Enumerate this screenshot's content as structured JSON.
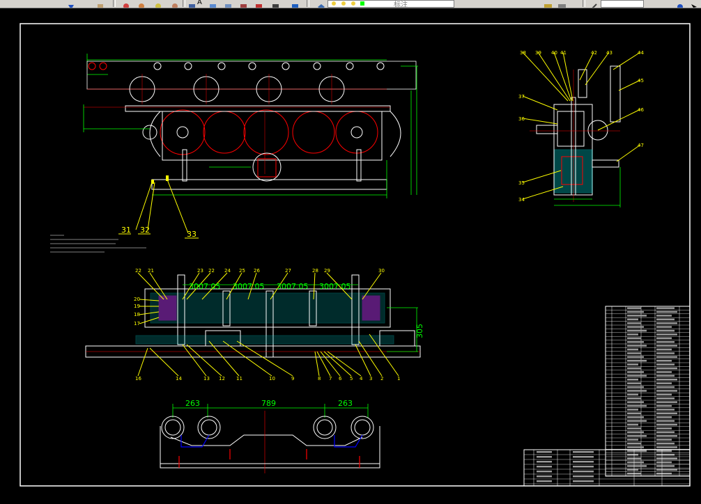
{
  "toolbar": {
    "layer_combo_text": "标注",
    "text_style_glyph": "A"
  },
  "drawing": {
    "balloons_top_view": [
      "31",
      "32",
      "33"
    ],
    "dims_section": [
      "3007.05",
      "3007.05",
      "3007.05",
      "3007.05"
    ],
    "dim_305": "305",
    "dims_bottom": [
      "263",
      "789",
      "263"
    ],
    "balloons_side_view": [
      "38",
      "39",
      "40",
      "41",
      "42",
      "43",
      "44",
      "45",
      "37",
      "36",
      "46",
      "47",
      "35",
      "34"
    ],
    "balloons_section_top": [
      "22",
      "21",
      "23",
      "22",
      "24",
      "25",
      "26",
      "27",
      "28",
      "29",
      "30"
    ],
    "balloons_section_left": [
      "20",
      "19",
      "18",
      "17"
    ],
    "balloons_section_bottom": [
      "16",
      "14",
      "13",
      "12",
      "11",
      "10",
      "9",
      "8",
      "7",
      "6",
      "5",
      "4",
      "3",
      "2",
      "1"
    ]
  },
  "colors": {
    "background": "#000000",
    "outline": "#ffffff",
    "center_line": "#ff0000",
    "dimension": "#00ff00",
    "leader": "#ffff00",
    "hatch": "#00ffff",
    "magenta": "#ff00ff"
  }
}
